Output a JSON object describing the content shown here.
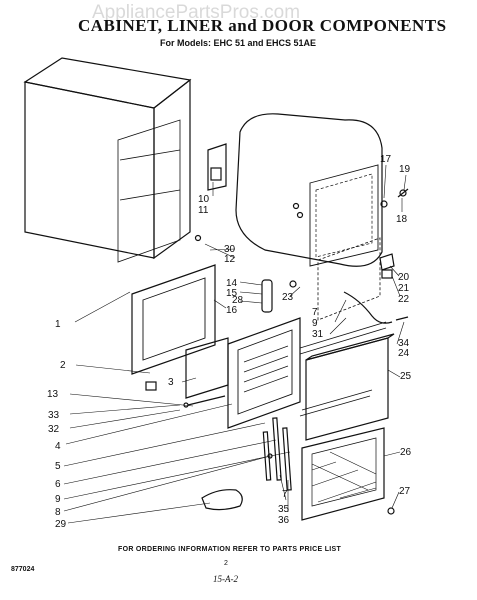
{
  "watermark": "AppliancePartsPros.com",
  "title": "CABINET, LINER and DOOR COMPONENTS",
  "subtitle": "For Models: EHC 51 and EHCS 51AE",
  "callouts": [
    "1",
    "2",
    "3",
    "4",
    "5",
    "6",
    "7",
    "8",
    "9",
    "10",
    "11",
    "12",
    "13",
    "14",
    "15",
    "16",
    "17",
    "18",
    "19",
    "20",
    "21",
    "22",
    "23",
    "24",
    "25",
    "26",
    "27",
    "28",
    "29",
    "30",
    "31",
    "32",
    "33",
    "34",
    "35",
    "36",
    "9",
    "7"
  ],
  "footer_note": "FOR ORDERING INFORMATION REFER TO PARTS PRICE LIST",
  "doc_number": "877024",
  "page_number": "2",
  "handwritten_note": "15-A-2"
}
